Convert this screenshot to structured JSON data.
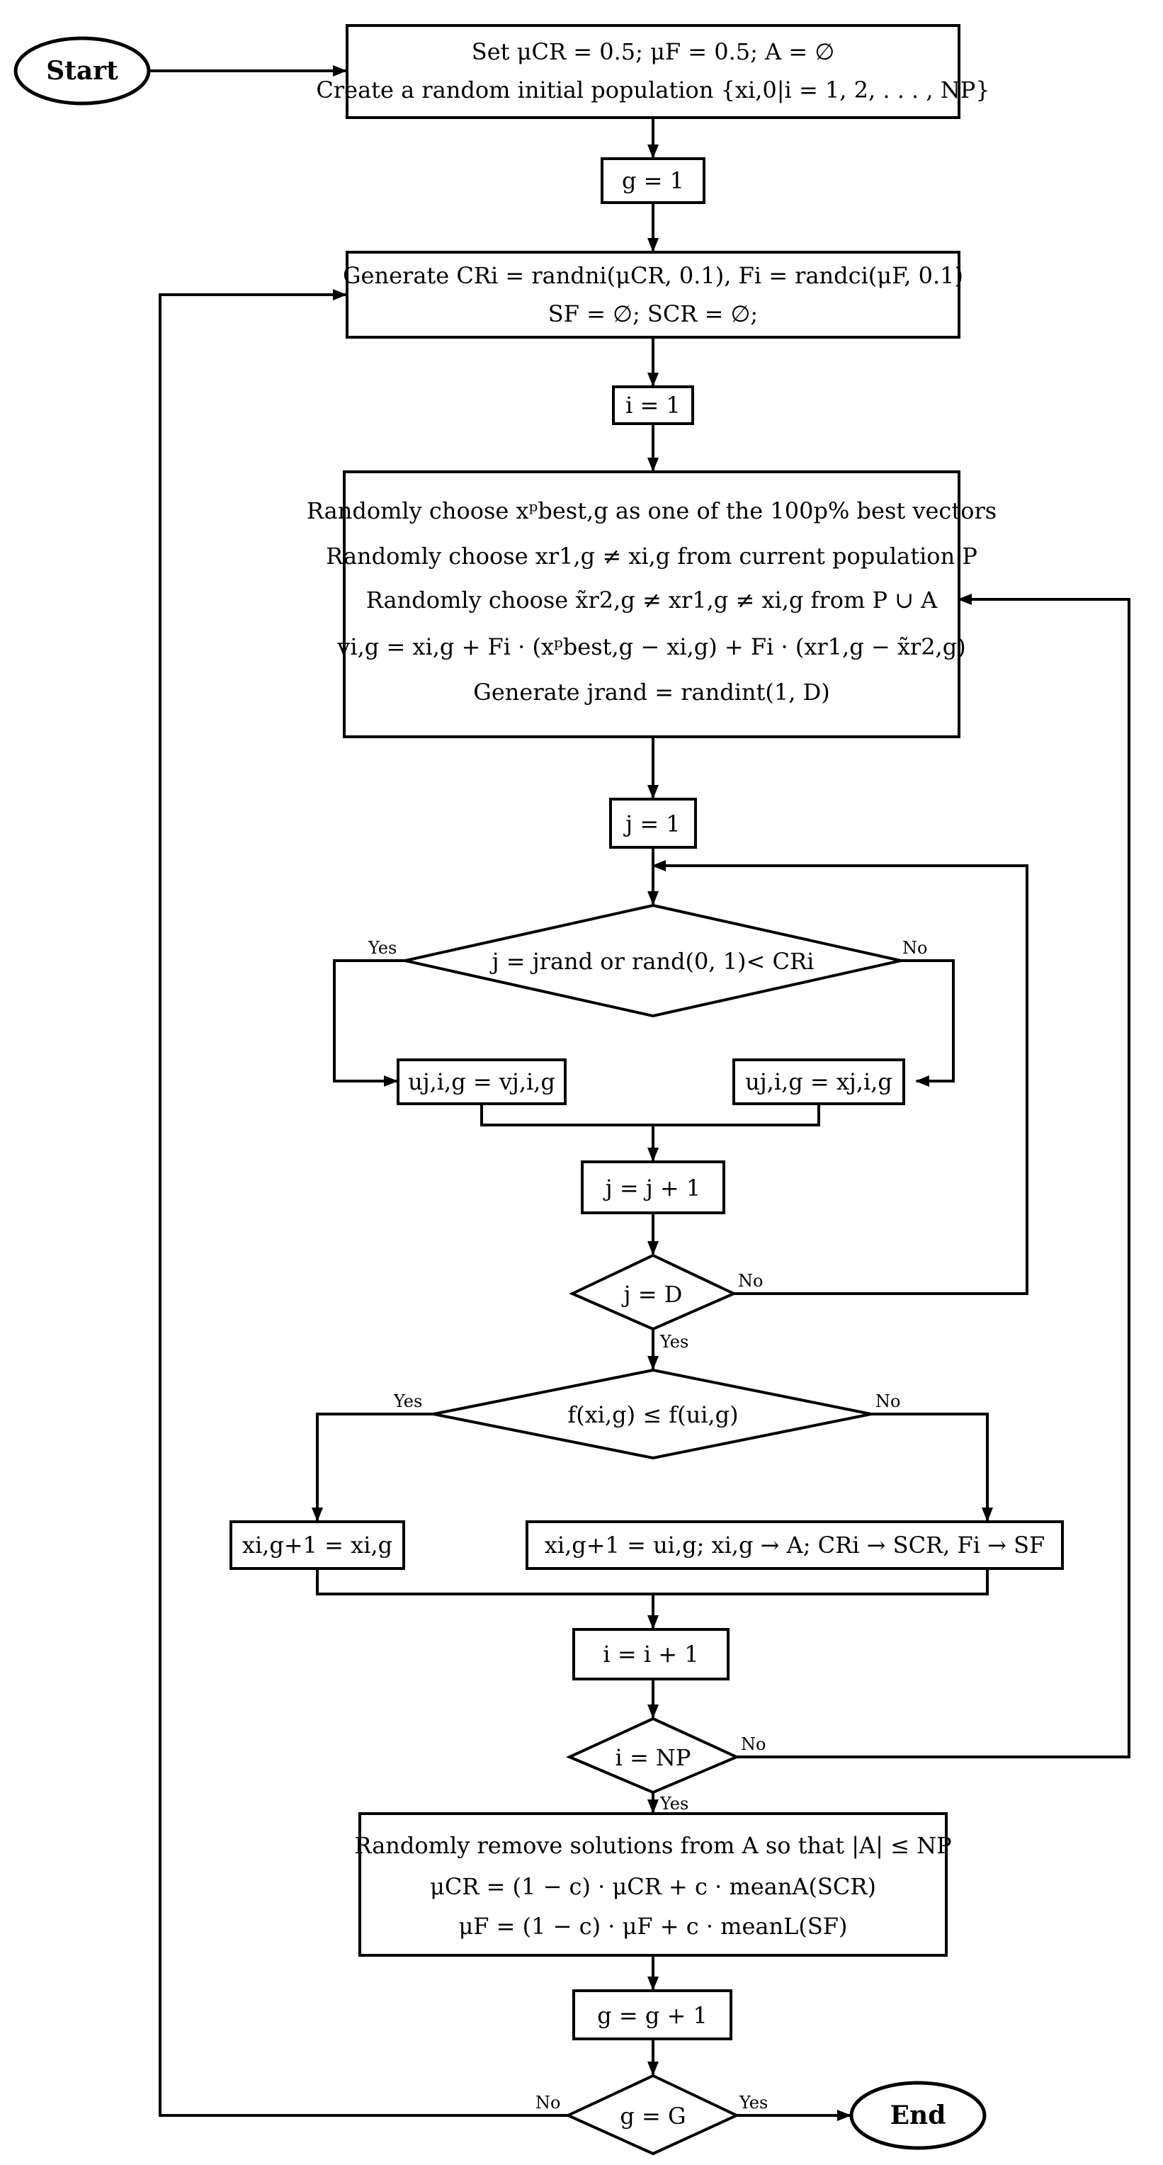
{
  "terminals": {
    "start": "Start",
    "end": "End"
  },
  "init_box": {
    "line1": "Set μCR = 0.5; μF = 0.5; A = ∅",
    "line2": "Create a random initial population {xi,0|i = 1, 2, . . . , NP}"
  },
  "g_init": "g = 1",
  "generate_box": {
    "line1": "Generate CRi = randni(μCR, 0.1), Fi = randci(μF, 0.1)",
    "line2": "SF = ∅; SCR = ∅;"
  },
  "i_init": "i = 1",
  "mutation_box": {
    "line1": "Randomly choose xᵖbest,g as one of the 100p% best vectors",
    "line2": "Randomly choose xr1,g ≠ xi,g from current population P",
    "line3": "Randomly choose x̃r2,g ≠ xr1,g ≠ xi,g from P ∪ A",
    "line4": "vi,g = xi,g + Fi · (xᵖbest,g − xi,g) + Fi · (xr1,g − x̃r2,g)",
    "line5": "Generate jrand = randint(1, D)"
  },
  "j_init": "j = 1",
  "crossover_decision": "j = jrand or rand(0, 1)< CRi",
  "u_from_v": "uj,i,g = vj,i,g",
  "u_from_x": "uj,i,g = xj,i,g",
  "j_increment": "j = j + 1",
  "j_check": "j = D",
  "selection_decision": "f(xi,g) ≤ f(ui,g)",
  "keep_x": "xi,g+1 = xi,g",
  "take_u": "xi,g+1 = ui,g; xi,g → A; CRi → SCR, Fi → SF",
  "i_increment": "i = i + 1",
  "i_check": "i = NP",
  "update_box": {
    "line1": "Randomly remove solutions from A so that |A| ≤ NP",
    "line2": "μCR = (1 − c) · μCR + c · meanA(SCR)",
    "line3": "μF = (1 − c) · μF + c · meanL(SF)"
  },
  "g_increment": "g = g + 1",
  "g_check": "g = G",
  "labels": {
    "yes": "Yes",
    "no": "No"
  }
}
